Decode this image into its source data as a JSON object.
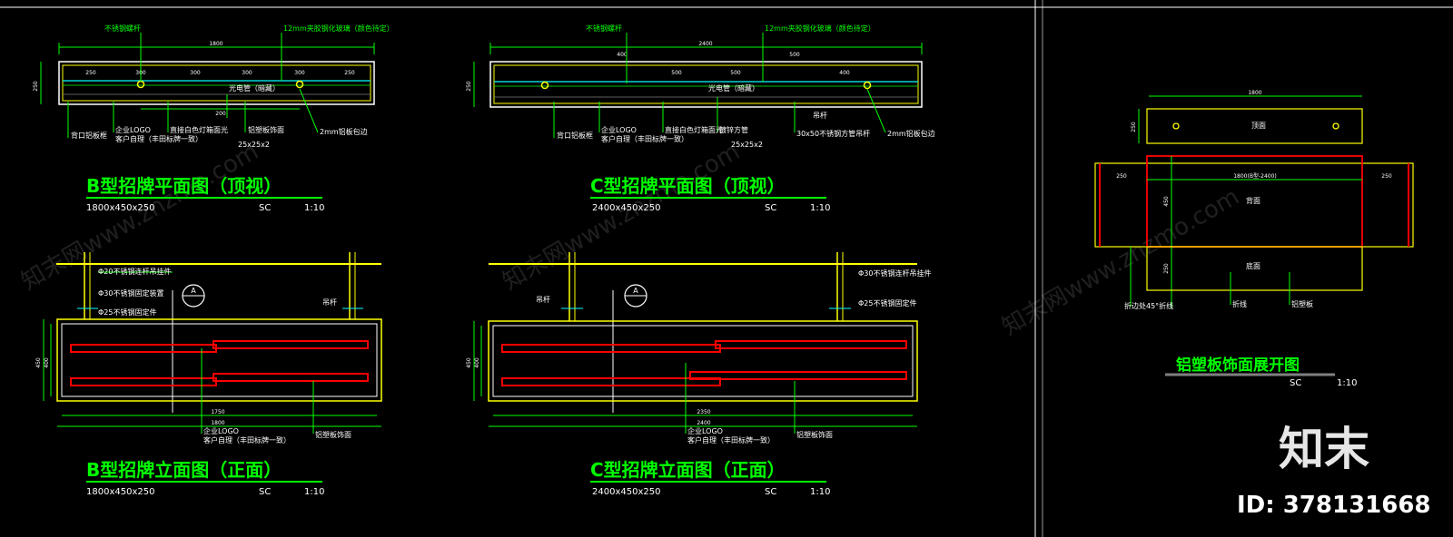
{
  "colors": {
    "line": "#00ff00",
    "yellow": "#ffff00",
    "cyan": "#00ffff",
    "red": "#ff0000",
    "white": "#ffffff",
    "grey": "#808080",
    "background": "#000000"
  },
  "panels": {
    "b_plan": {
      "title": "B型招牌平面图（顶视）",
      "spec": "1800x450x250",
      "sc": "SC",
      "scale": "1:10",
      "overall_dim": "1800",
      "height_dim": "250",
      "segment_dims": [
        "250",
        "300",
        "300",
        "300",
        "300",
        "250"
      ],
      "mid_dim": "200",
      "annotations": {
        "top_left": "不锈钢螺杆",
        "top_right": "12mm夹胶钢化玻璃（颜色待定）",
        "b1": "背口铝板框",
        "b2": "企业LOGO",
        "b3": "客户自理（丰田标牌一致）",
        "b4": "光电管（暗藏）",
        "b5": "直接白色灯箱面光",
        "b6": "铝塑板饰面",
        "b7": "25x25x2",
        "b8": "2mm铝板包边"
      }
    },
    "c_plan": {
      "title": "C型招牌平面图（顶视）",
      "spec": "2400x450x250",
      "sc": "SC",
      "scale": "1:10",
      "overall_dim": "2400",
      "height_dim": "250",
      "segment_dims": [
        "400",
        "500",
        "500",
        "500",
        "400"
      ],
      "annotations": {
        "top_left": "不锈钢螺杆",
        "top_right": "12mm夹胶钢化玻璃（颜色待定）",
        "b1": "背口铝板框",
        "b2": "企业LOGO",
        "b3": "客户自理（丰田标牌一致）",
        "b4": "光电管（暗藏）",
        "b5": "直接白色灯箱面光",
        "b6": "镀锌方管",
        "b7": "25x25x2",
        "b8": "30x50不锈钢方管吊杆",
        "b9": "2mm铝板包边",
        "b10": "吊杆"
      }
    },
    "b_elev": {
      "title": "B型招牌立面图（正面）",
      "spec": "1800x450x250",
      "sc": "SC",
      "scale": "1:10",
      "inner_dim": "1750",
      "overall_dim": "1800",
      "height_dim_outer": "450",
      "height_dim_inner": "400",
      "section_tag": "A",
      "annotations": {
        "a1": "Φ20不锈钢连杆吊挂件",
        "a2": "Φ30不锈钢固定装置",
        "a3": "Φ25不锈钢固定件",
        "a4": "吊杆",
        "b1": "企业LOGO",
        "b2": "客户自理（丰田标牌一致）",
        "b3": "铝塑板饰面"
      }
    },
    "c_elev": {
      "title": "C型招牌立面图（正面）",
      "spec": "2400x450x250",
      "sc": "SC",
      "scale": "1:10",
      "inner_dim": "2350",
      "overall_dim": "2400",
      "height_dim_outer": "450",
      "height_dim_inner": "400",
      "section_tag": "A",
      "annotations": {
        "a1": "Φ30不锈钢连杆吊挂件",
        "a2": "Φ25不锈钢固定件",
        "a3": "吊杆",
        "b1": "企业LOGO",
        "b2": "客户自理（丰田标牌一致）",
        "b3": "铝塑板饰面"
      }
    },
    "unfold": {
      "title": "铝塑板饰面展开图",
      "sc": "SC",
      "scale": "1:10",
      "top_dim": "1800",
      "top_label": "顶面",
      "top_h": "250",
      "mid_dim": "1800(B型-2400)",
      "side_dim_left": "250",
      "side_dim_right": "250",
      "face_label": "背面",
      "bottom_label": "底面",
      "face_h": "450",
      "bottom_h": "250",
      "notes": {
        "n1": "折边处45°折线",
        "n2": "折线",
        "n3": "铝塑板"
      }
    }
  },
  "watermark": {
    "brand": "知末",
    "id": "ID: 378131668",
    "site": "知末网www.znzmo.com"
  }
}
